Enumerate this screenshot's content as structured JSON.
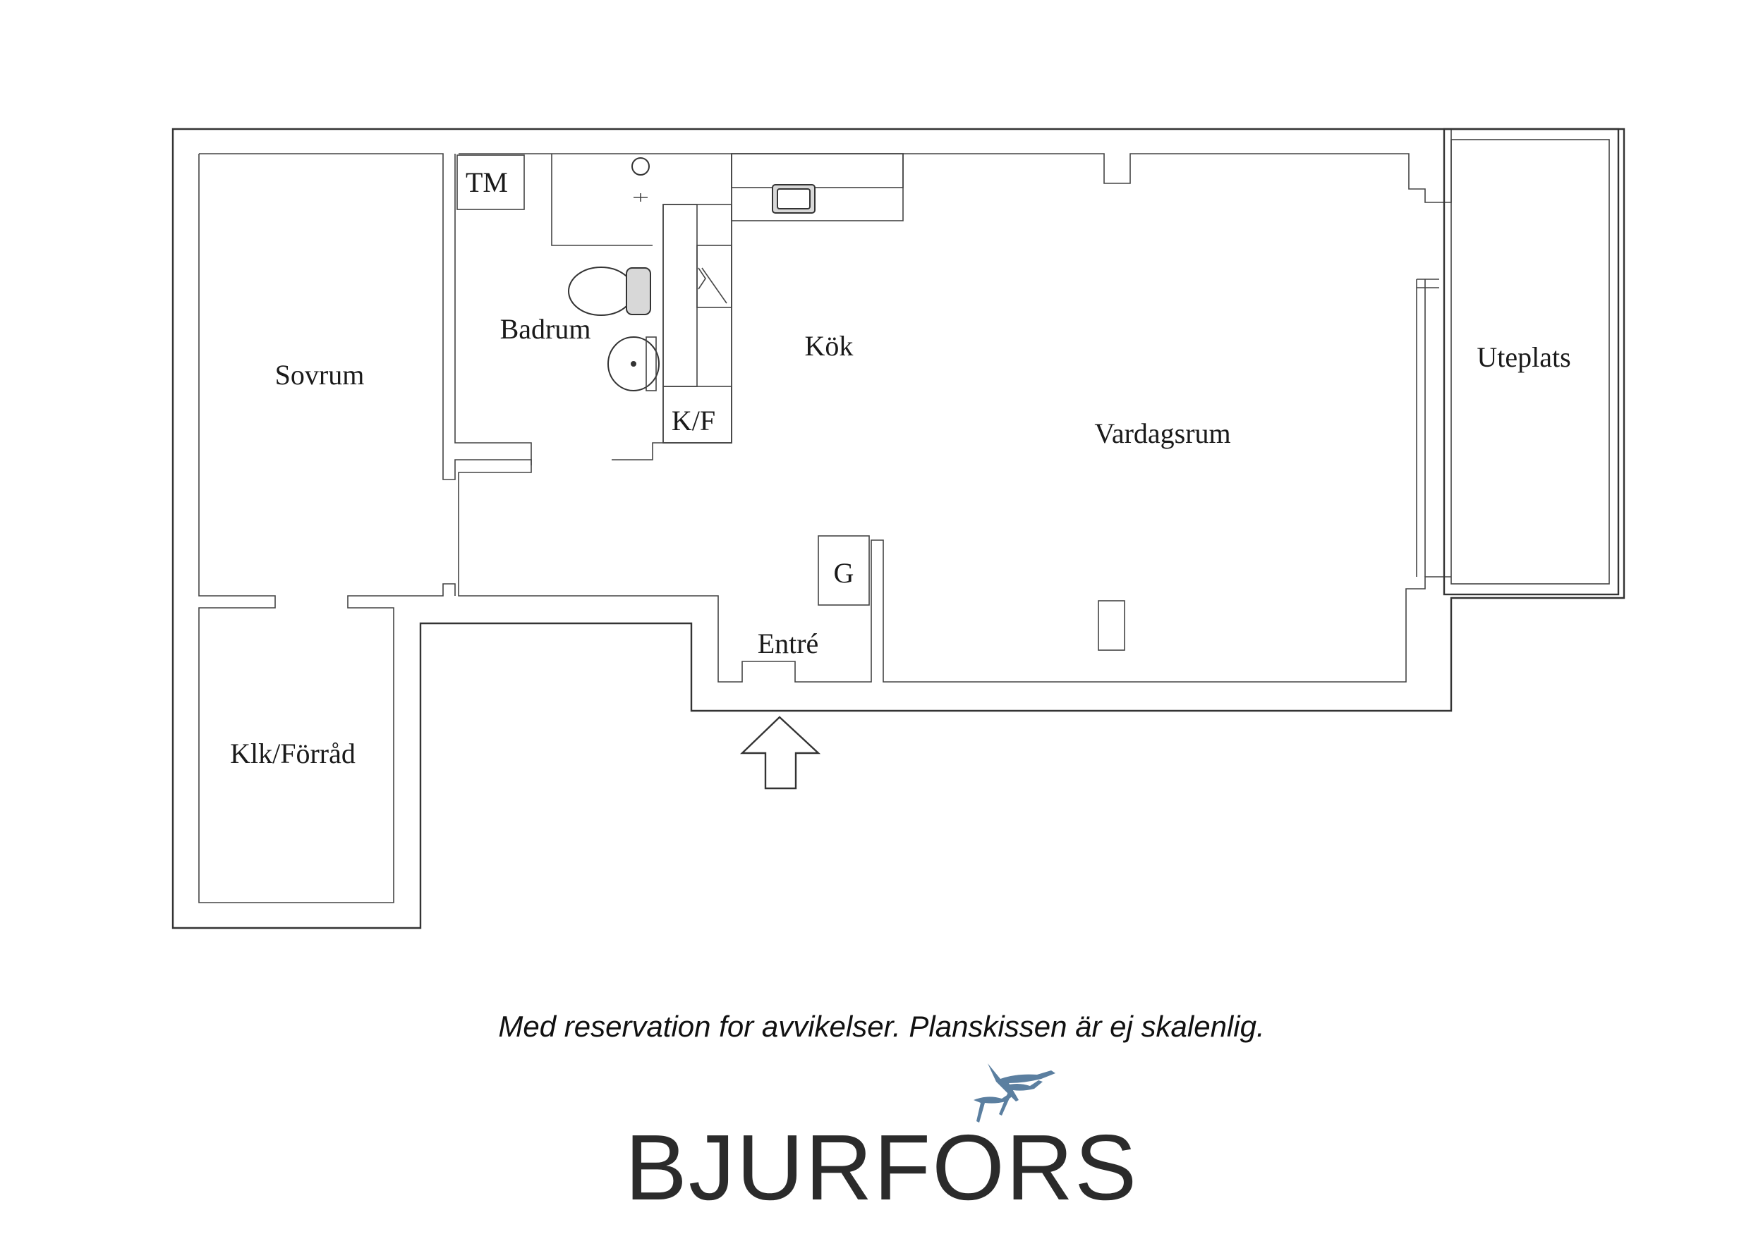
{
  "rooms": {
    "tm": "TM",
    "badrum": "Badrum",
    "sovrum": "Sovrum",
    "kok": "Kök",
    "kf": "K/F",
    "vardagsrum": "Vardagsrum",
    "uteplats": "Uteplats",
    "g": "G",
    "entre": "Entré",
    "klk_forrad": "Klk/Förråd"
  },
  "disclaimer": "Med reservation for avvikelser. Planskissen är ej skalenlig.",
  "brand": {
    "name": "BJURFORS",
    "logo_color": "#5b7fa0"
  }
}
